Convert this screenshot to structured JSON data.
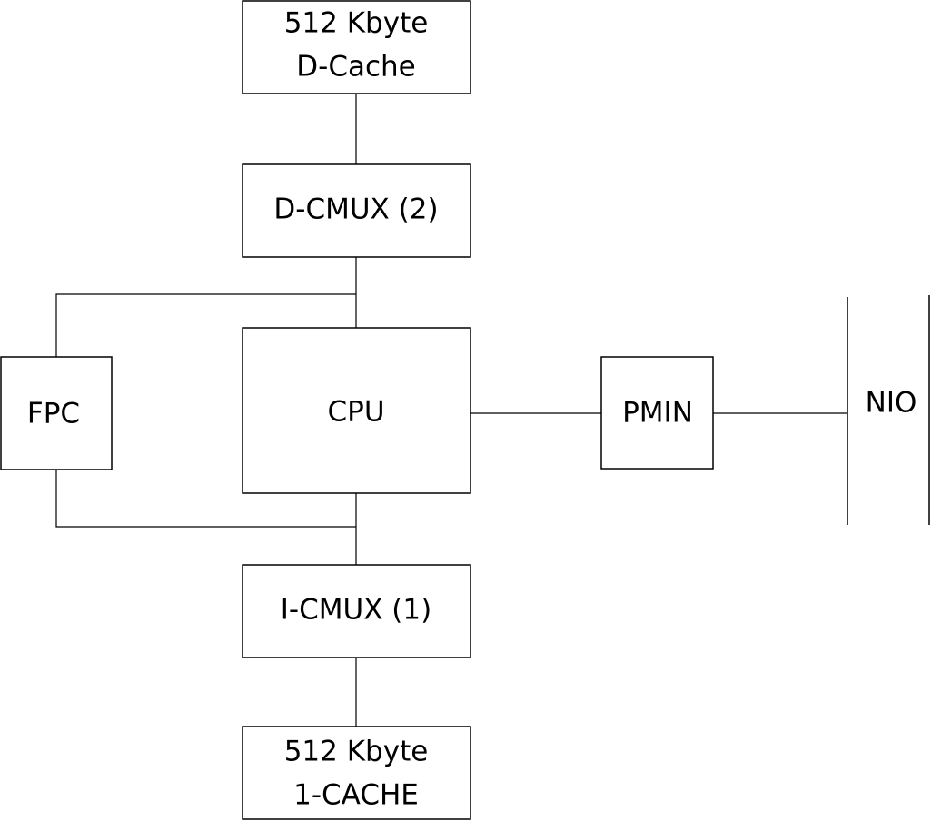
{
  "diagram": {
    "nodes": {
      "d_cache": {
        "line1": "512 Kbyte",
        "line2": "D-Cache"
      },
      "d_cmux": {
        "label": "D-CMUX (2)"
      },
      "fpc": {
        "label": "FPC"
      },
      "cpu": {
        "label": "CPU"
      },
      "pmin": {
        "label": "PMIN"
      },
      "nio": {
        "label": "NIO"
      },
      "i_cmux": {
        "label": "I-CMUX (1)"
      },
      "i_cache": {
        "line1": "512 Kbyte",
        "line2": "1-CACHE"
      }
    },
    "edges": [
      {
        "from": "d_cache",
        "to": "d_cmux"
      },
      {
        "from": "d_cmux",
        "to": "cpu"
      },
      {
        "from": "d_cmux",
        "to": "fpc"
      },
      {
        "from": "fpc",
        "to": "i_cmux"
      },
      {
        "from": "cpu",
        "to": "i_cmux"
      },
      {
        "from": "i_cmux",
        "to": "i_cache"
      },
      {
        "from": "cpu",
        "to": "pmin"
      },
      {
        "from": "pmin",
        "to": "nio"
      }
    ]
  }
}
